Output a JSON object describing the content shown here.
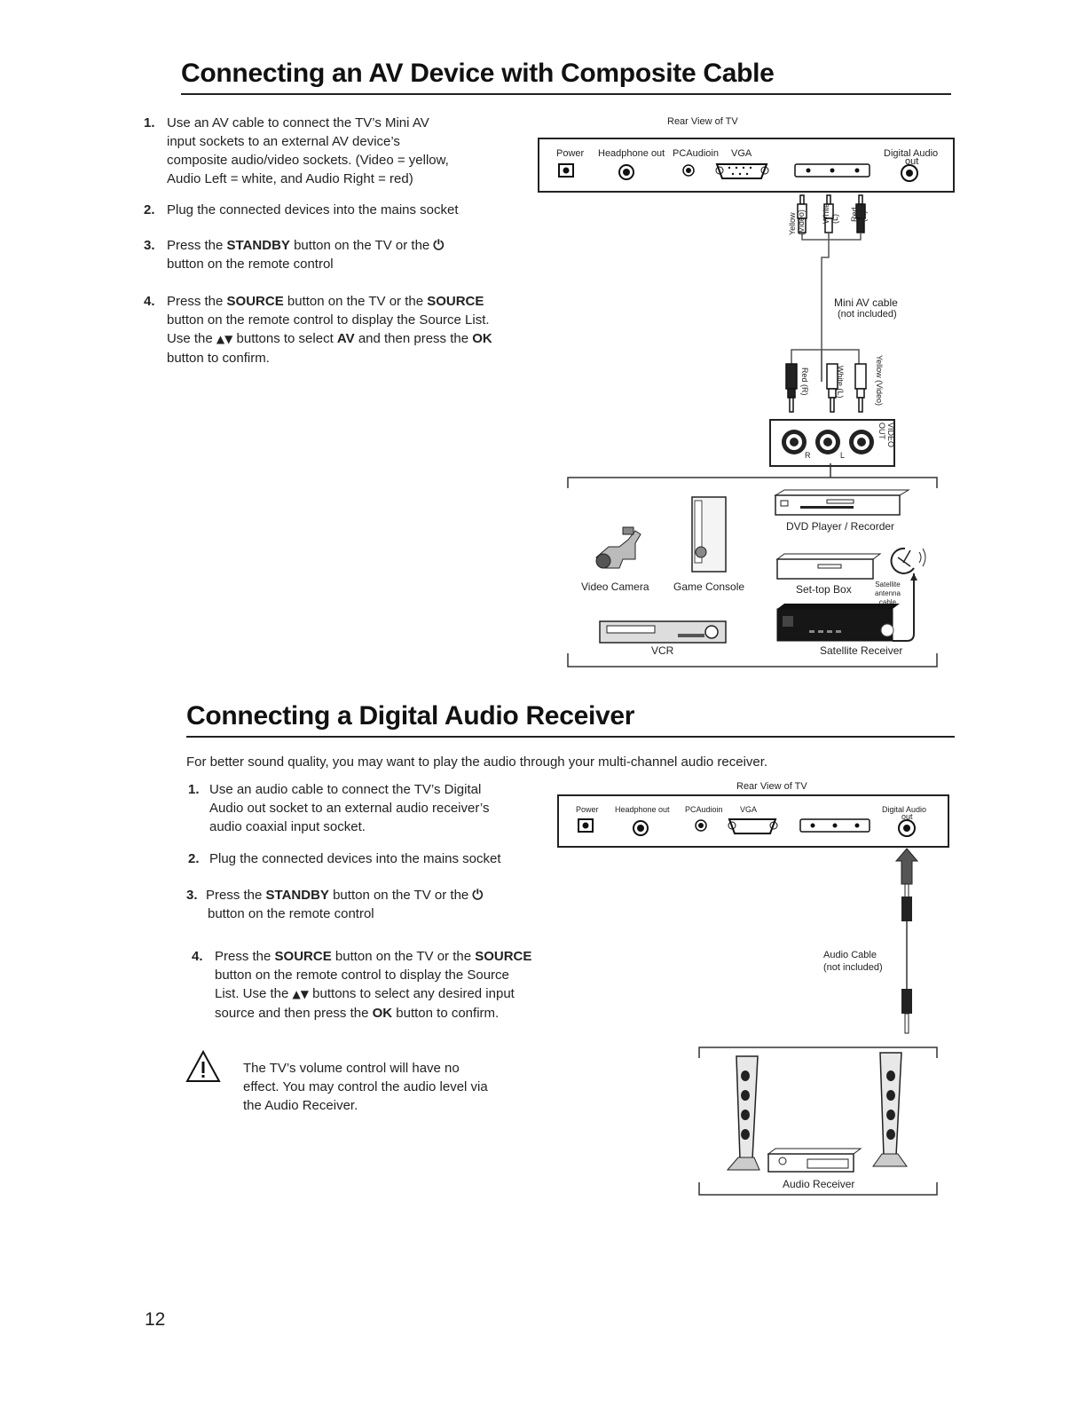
{
  "section1": {
    "title": "Connecting an AV Device with Composite Cable",
    "steps": [
      {
        "num": "1.",
        "lines": [
          "Use an AV cable to connect the TV’s  Mini AV",
          "input sockets to an external AV device’s",
          "composite audio/video sockets. (Video = yellow,",
          "Audio Left = white, and Audio Right = red)"
        ]
      },
      {
        "num": "2.",
        "lines": [
          "Plug the connected devices into the mains socket"
        ]
      },
      {
        "num": "3.",
        "pre": "Press the ",
        "b1": "STANDBY",
        "mid": " button  on  the TV or the ",
        "power": "⏻",
        "line2": "button on the remote control"
      },
      {
        "num": "4.",
        "l1a": "Press the ",
        "l1b": "SOURCE",
        "l1c": " button  on  the  TV or the ",
        "l1d": "SOURCE",
        "l2": "button on the remote control to  display the Source List.",
        "l3a": "Use the ",
        "l3b": "▲▼",
        "l3c": " buttons to select  ",
        "l3d": "AV",
        "l3e": " and then press the ",
        "l3f": "OK",
        "l4": "button to confirm."
      }
    ],
    "diagram": {
      "rear_view": "Rear View of TV",
      "ports": {
        "power": "Power",
        "headphone": "Headphone out",
        "pc_audio": "PCAudioin",
        "vga": "VGA",
        "digital_audio": "Digital  Audio",
        "digital_out": "out"
      },
      "plug_labels_top": [
        "Yellow (Video)",
        "White (L)",
        "Red (R)"
      ],
      "cable": "Mini AV cable",
      "cable_note": "(not included)",
      "plug_labels_bottom": [
        "Red (R)",
        "White (L)",
        "Yellow (Video)"
      ],
      "socket_labels": {
        "r": "R",
        "l": "L",
        "video_out": "VIDEO OUT"
      },
      "devices": {
        "dvd": "DVD Player / Recorder",
        "camera": "Video Camera",
        "console": "Game Console",
        "stb": "Set-top Box",
        "antenna": [
          "Satellite",
          "antenna",
          "cable"
        ],
        "vcr": "VCR",
        "satellite": "Satellite Receiver"
      }
    }
  },
  "section2": {
    "title": "Connecting a Digital Audio Receiver",
    "intro": "For better sound quality, you may want to play the audio through your multi-channel audio receiver.",
    "steps": [
      {
        "num": "1.",
        "lines": [
          "Use an audio cable to connect the TV’s Digital",
          "Audio out socket to an external audio receiver’s",
          "audio coaxial input socket."
        ]
      },
      {
        "num": "2.",
        "lines": [
          "Plug the connected devices into the mains socket"
        ]
      },
      {
        "num": "3.",
        "pre": "Press the ",
        "b1": "STANDBY",
        "mid": " button  on  the TV or the ",
        "power": "⏻",
        "line2": "button on the remote control"
      },
      {
        "num": "4.",
        "l1a": "Press the ",
        "l1b": "SOURCE",
        "l1c": " button on the  TV or the ",
        "l1d": "SOURCE",
        "l2": "button on the remote control to  display  the  Source",
        "l3a": "List. Use the ",
        "l3b": "▲▼",
        "l3c": " buttons to select any desired input",
        "l4": "source  and then press the ",
        "l4b": "OK",
        "l4c": "  button to confirm."
      }
    ],
    "warning": [
      "The TV’s volume control will have no",
      "effect. You may control the audio level via",
      "the Audio Receiver."
    ],
    "diagram": {
      "rear_view": "Rear View of TV",
      "cable": "Audio Cable",
      "cable_note": "(not included)",
      "receiver": "Audio Receiver"
    }
  },
  "page_number": "12"
}
